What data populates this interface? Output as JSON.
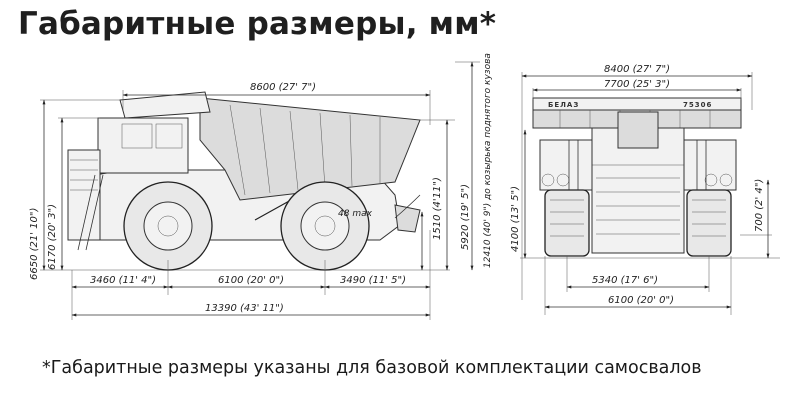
{
  "title": "Габаритные размеры, мм*",
  "footnote": "*Габаритные размеры указаны для базовой комплектации самосвалов",
  "side_view": {
    "body_length": "8600 (27' 7\")",
    "overall_height": "6650 (21' 10\")",
    "cab_height": "6170 (20' 3\")",
    "front_overhang": "3460 (11' 4\")",
    "wheelbase": "6100 (20' 0\")",
    "rear_overhang": "3490 (11' 5\")",
    "overall_length": "13390 (43' 11\")",
    "dump_angle": "48 max",
    "dump_clearance": "1510 (4'11\")",
    "body_raised_height": "5920 (19' 5\")",
    "raised_height": "12410 (40' 9\") до козырька поднятого кузова"
  },
  "front_view": {
    "overall_width": "8400 (27' 7\")",
    "body_width": "7700 (25' 3\")",
    "brand_left": "БЕЛАЗ",
    "model": "75306",
    "height": "4100 (13' 5\")",
    "ground_clearance": "700 (2' 4\")",
    "track_width": "5340 (17' 6\")",
    "tire_width": "6100 (20' 0\")"
  }
}
